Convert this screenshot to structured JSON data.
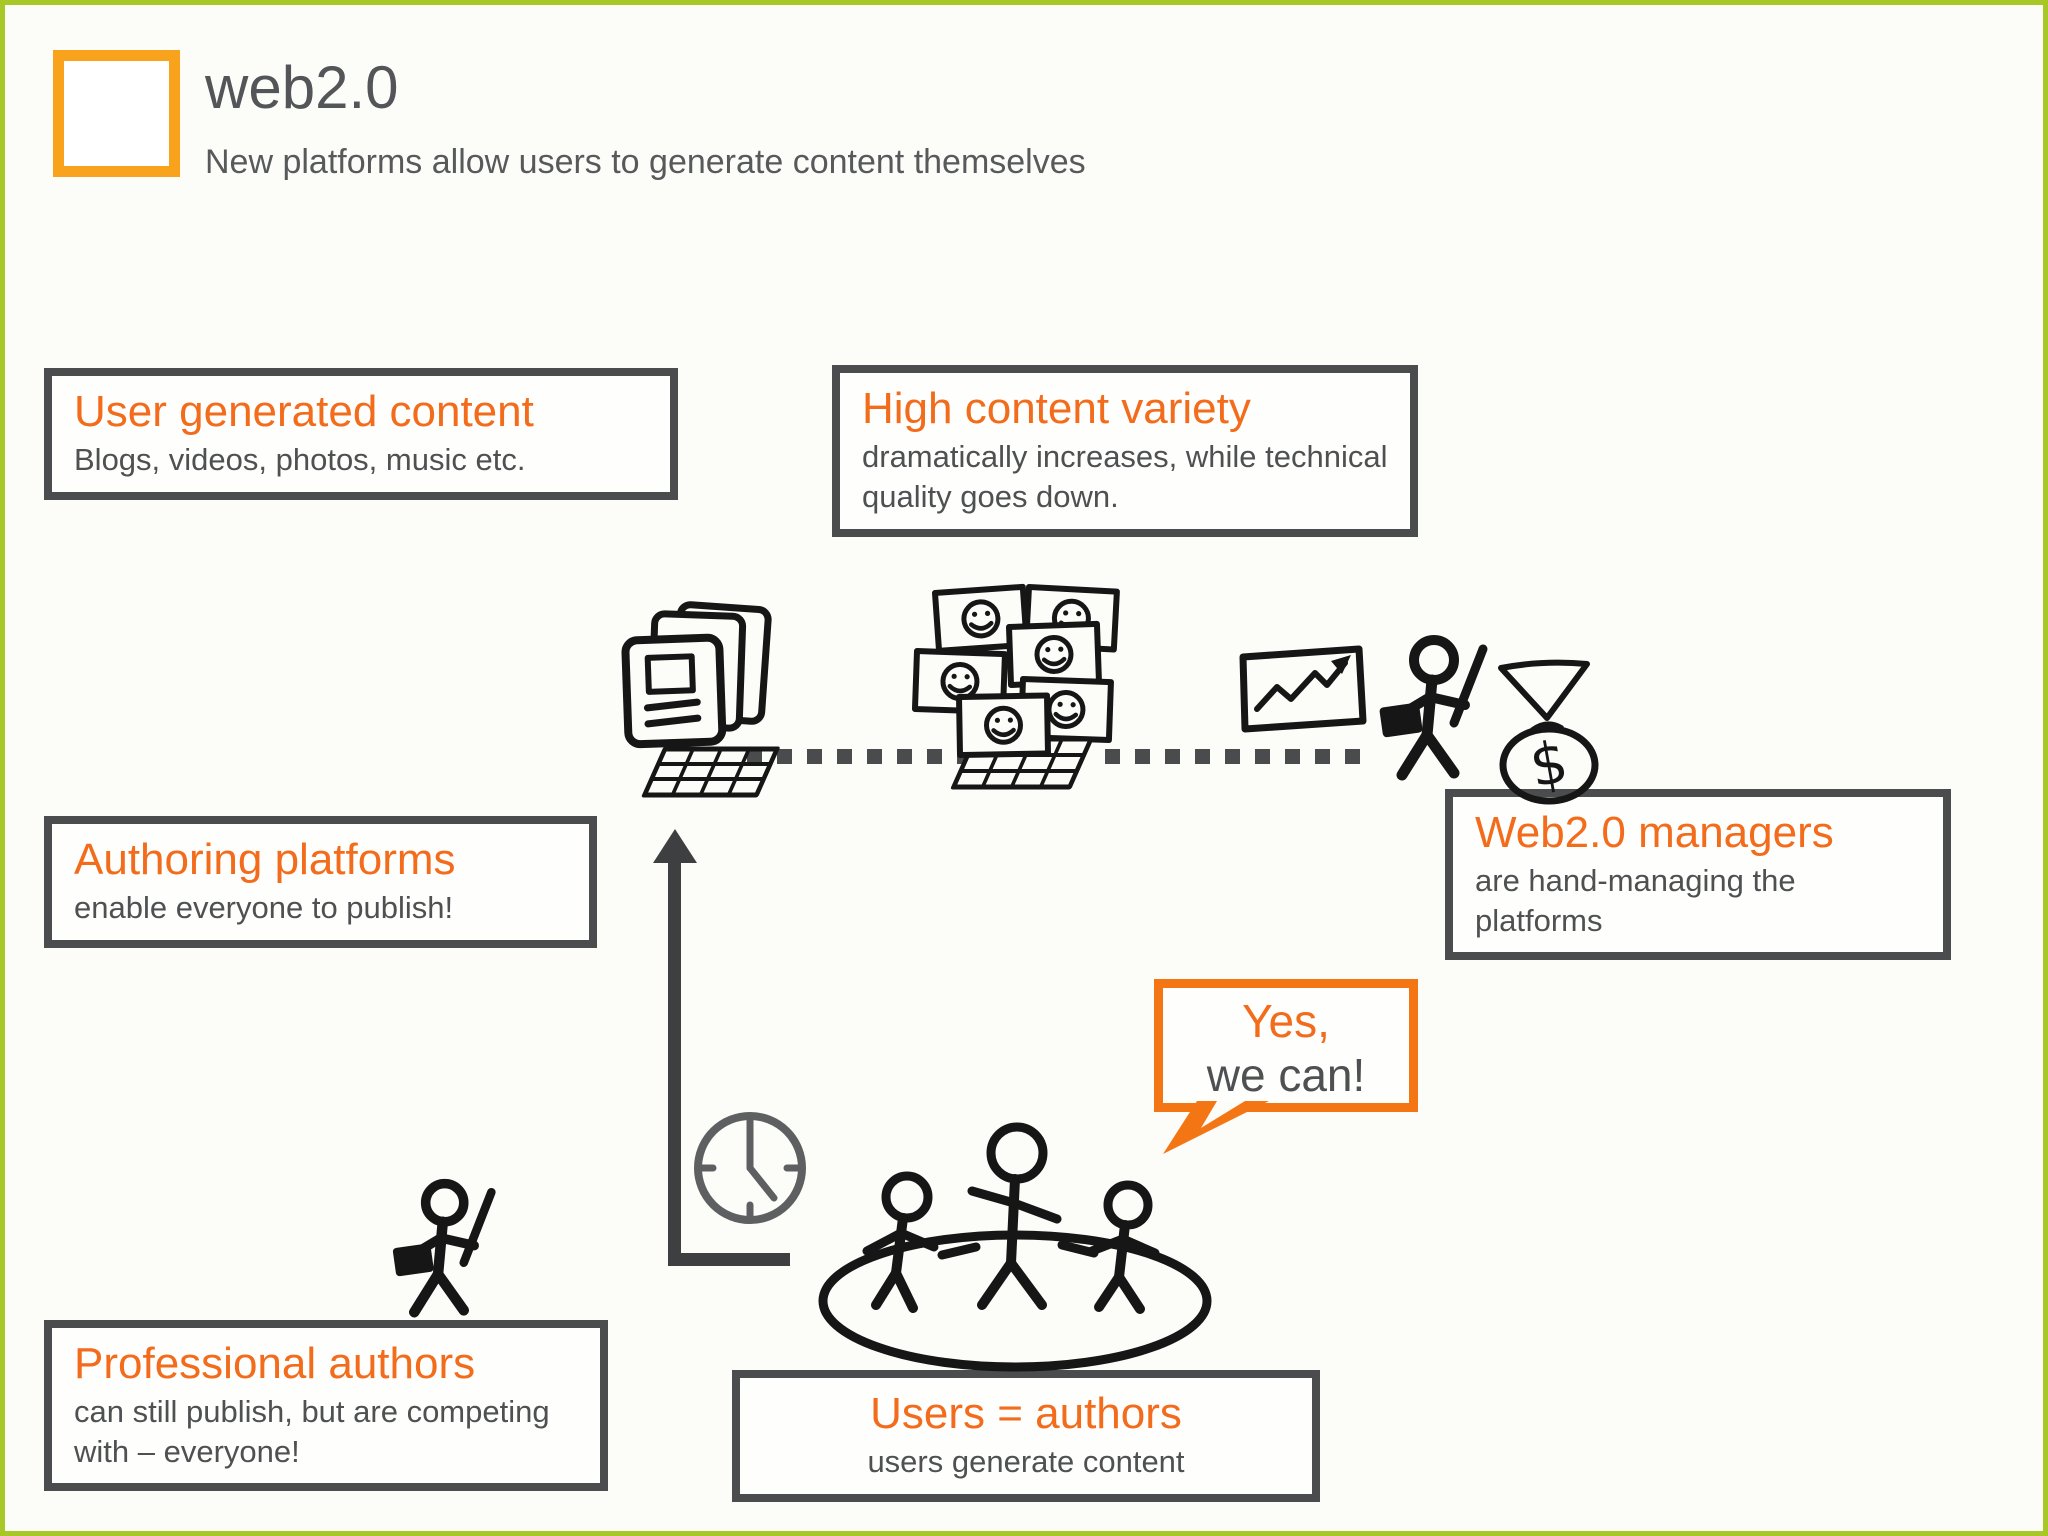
{
  "page": {
    "frame_border_color": "#A8C827",
    "background_color": "#FCFDF9"
  },
  "header": {
    "title": "web2.0",
    "subtitle": "New platforms allow users to generate content themselves",
    "logo_color": "#F9A21B"
  },
  "colors": {
    "accent_orange": "#F26C1C",
    "bubble_orange": "#F47514",
    "box_border_gray": "#4B4C4E",
    "body_text_gray": "#4F5052",
    "title_gray": "#545559",
    "sketch_black": "#161616",
    "axis_gray": "#3E3F41",
    "clock_gray": "#5E5F61"
  },
  "callouts": [
    {
      "id": "user-generated-content",
      "title": "User generated content",
      "body": "Blogs, videos, photos, music etc."
    },
    {
      "id": "high-content-variety",
      "title": "High content variety",
      "body": "dramatically increases, while technical quality goes down."
    },
    {
      "id": "authoring-platforms",
      "title": "Authoring platforms",
      "body": "enable everyone to publish!"
    },
    {
      "id": "web20-managers",
      "title": "Web2.0 managers",
      "body": "are hand-managing the platforms"
    },
    {
      "id": "professional-authors",
      "title": "Professional authors",
      "body": "can still publish, but are competing with – everyone!"
    },
    {
      "id": "users-equal-authors",
      "title": "Users = authors",
      "body": "users generate content"
    }
  ],
  "speech_bubble": {
    "line1": "Yes,",
    "line2": "we can!"
  },
  "sketches": {
    "money_symbol": "$",
    "icon_names": [
      "document-stack-icon",
      "keyboard-icon",
      "smiley-photos-icon",
      "growth-chart-icon",
      "manager-stick-figure-icon",
      "funnel-money-bag-icon",
      "time-axis-arrow-icon",
      "clock-icon",
      "professional-author-stick-figure-icon",
      "users-crowd-icon",
      "dotted-connector"
    ]
  }
}
